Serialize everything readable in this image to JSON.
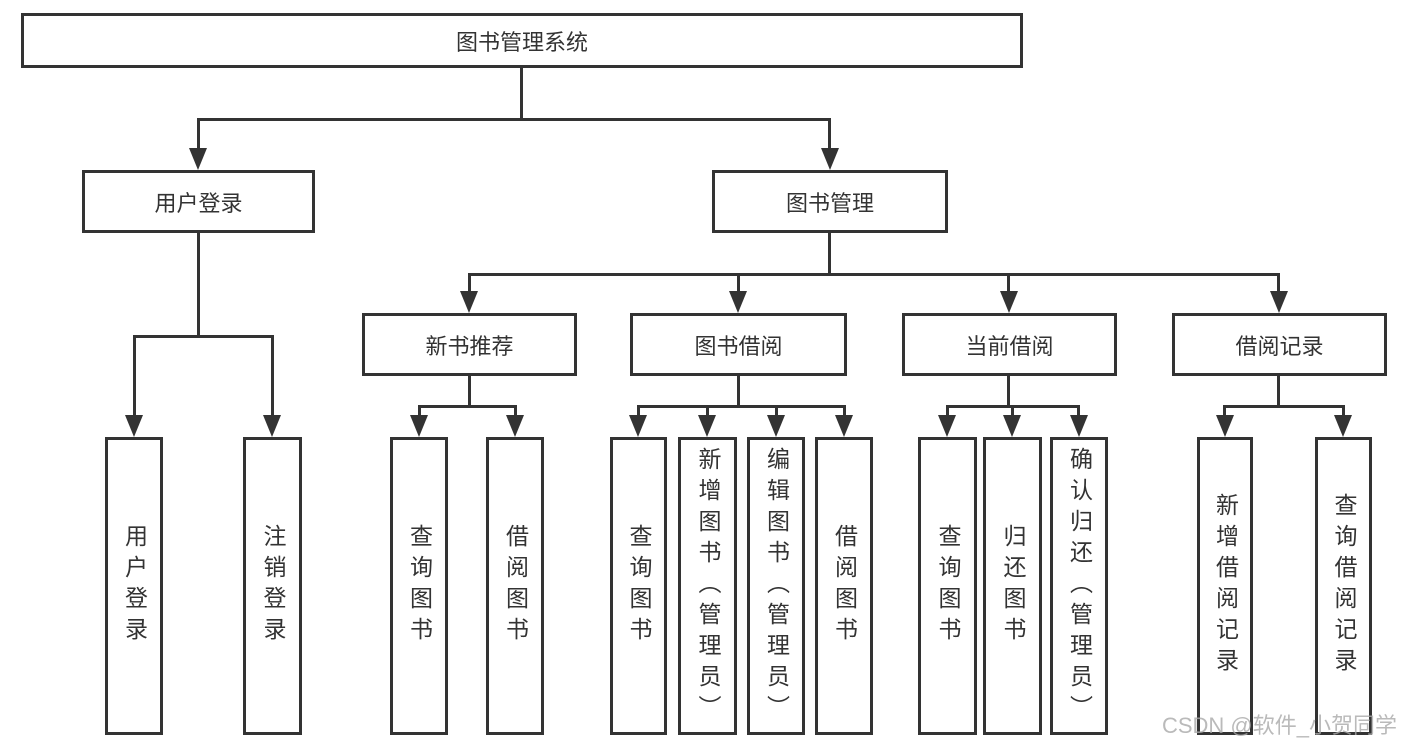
{
  "tree": {
    "root": {
      "label": "图书管理系统",
      "children": [
        {
          "label": "用户登录",
          "children": [
            {
              "label": "用户登录"
            },
            {
              "label": "注销登录"
            }
          ]
        },
        {
          "label": "图书管理",
          "children": [
            {
              "label": "新书推荐",
              "children": [
                {
                  "label": "查询图书"
                },
                {
                  "label": "借阅图书"
                }
              ]
            },
            {
              "label": "图书借阅",
              "children": [
                {
                  "label": "查询图书"
                },
                {
                  "label": "新增图书（管理员）"
                },
                {
                  "label": "编辑图书（管理员）"
                },
                {
                  "label": "借阅图书"
                }
              ]
            },
            {
              "label": "当前借阅",
              "children": [
                {
                  "label": "查询图书"
                },
                {
                  "label": "归还图书"
                },
                {
                  "label": "确认归还（管理员）"
                }
              ]
            },
            {
              "label": "借阅记录",
              "children": [
                {
                  "label": "新增借阅记录"
                },
                {
                  "label": "查询借阅记录"
                }
              ]
            }
          ]
        }
      ]
    }
  },
  "watermark": "CSDN @软件_小贺同学",
  "colors": {
    "line": "#333333",
    "text": "#333333",
    "background": "#ffffff",
    "watermark": "#a9a9a9"
  }
}
